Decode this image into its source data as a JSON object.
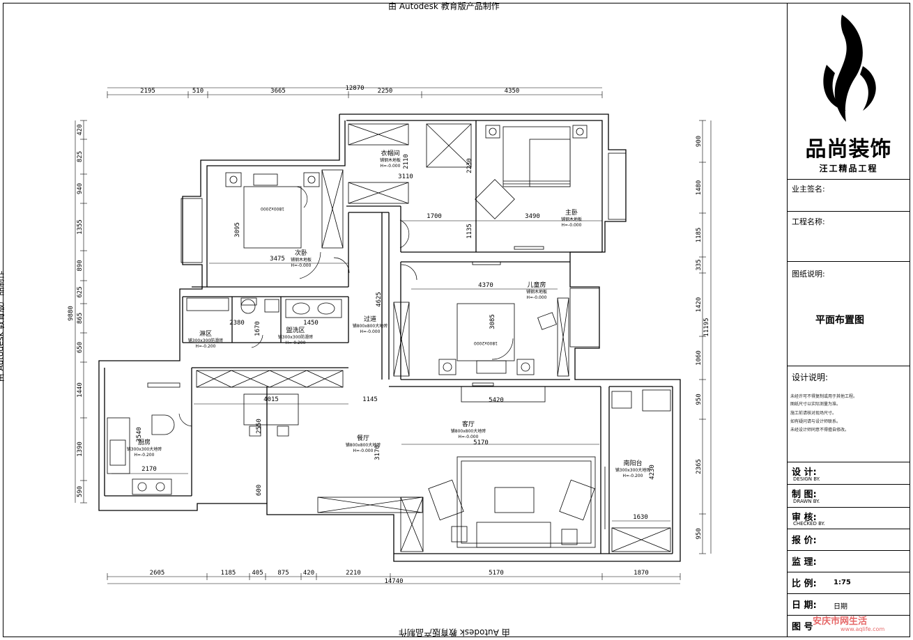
{
  "watermark": "由 Autodesk 教育版产品制作",
  "dimensions": {
    "top_total": "12870",
    "top": [
      "2195",
      "510",
      "3665",
      "2250",
      "4350"
    ],
    "bottom_total": "14740",
    "bottom": [
      "2605",
      "1185",
      "405",
      "875",
      "420",
      "2210",
      "5170",
      "1870"
    ],
    "left_total": "9880",
    "left": [
      "420",
      "825",
      "940",
      "1355",
      "890",
      "625",
      "865",
      "650",
      "1440",
      "1390",
      "590"
    ],
    "right_total": "11195",
    "right": [
      "900",
      "1480",
      "1185",
      "335",
      "1420",
      "1060",
      "950",
      "2365",
      "950"
    ],
    "interior": [
      "2110",
      "3110",
      "2230",
      "1700",
      "1135",
      "3490",
      "3095",
      "3475",
      "4370",
      "3085",
      "4625",
      "1450",
      "2380",
      "1670",
      "4015",
      "1145",
      "5420",
      "2550",
      "3540",
      "5170",
      "3170",
      "2170",
      "600",
      "4230",
      "1630"
    ]
  },
  "rooms": [
    {
      "name": "衣帽间",
      "floor": "铺钢木地板",
      "level": "H=-0.000"
    },
    {
      "name": "主卧",
      "floor": "铺钢木地板",
      "level": "H=-0.000"
    },
    {
      "name": "次卧",
      "floor": "铺钢木地板",
      "level": "H=-0.000"
    },
    {
      "name": "儿童房",
      "floor": "铺钢木地板",
      "level": "H=-0.000"
    },
    {
      "name": "过道",
      "floor": "铺800x800大地砖",
      "level": "H=-0.000"
    },
    {
      "name": "淋区",
      "floor": "铺300x300防滑砖",
      "level": "H=-0.200"
    },
    {
      "name": "盥洗区",
      "floor": "铺300x300防滑砖",
      "level": "H=-0.200"
    },
    {
      "name": "厨房",
      "floor": "铺300x300大地砖",
      "level": "H=-0.200"
    },
    {
      "name": "餐厅",
      "floor": "铺800x800大地砖",
      "level": "H=-0.000"
    },
    {
      "name": "客厅",
      "floor": "铺800x800大地砖",
      "level": "H=-0.000"
    },
    {
      "name": "南阳台",
      "floor": "铺300x300大地砖",
      "level": "H=-0.200"
    }
  ],
  "bed_label": "1800x2000",
  "title_block": {
    "company": "品尚装饰",
    "slogan": "汪工精品工程",
    "owner_sign": "业主签名:",
    "project_name": "工程名称:",
    "drawing_desc": "图纸说明:",
    "drawing_title": "平面布置图",
    "design_notes": "设计说明:",
    "notes": [
      "未经许可不得复制或用于其他工程。",
      "图纸尺寸以实际测量为准。",
      "施工前请核对现场尺寸。",
      "如有疑问请与设计师联系。",
      "未经设计师同意不得擅自修改。"
    ],
    "design": "设 计:",
    "design_en": "DESIGN BY.",
    "drawn": "制 图:",
    "drawn_en": "DRAWN BY.",
    "checked": "审 核:",
    "checked_en": "CHECKED BY.",
    "price": "报 价:",
    "supervise": "监 理:",
    "scale_label": "比 例:",
    "scale_value": "1:75",
    "date_label": "日 期:",
    "date_value": "日期",
    "number_label": "图 号",
    "site_mark": "安庆市网生活",
    "site_url": "www.aqlife.com"
  }
}
